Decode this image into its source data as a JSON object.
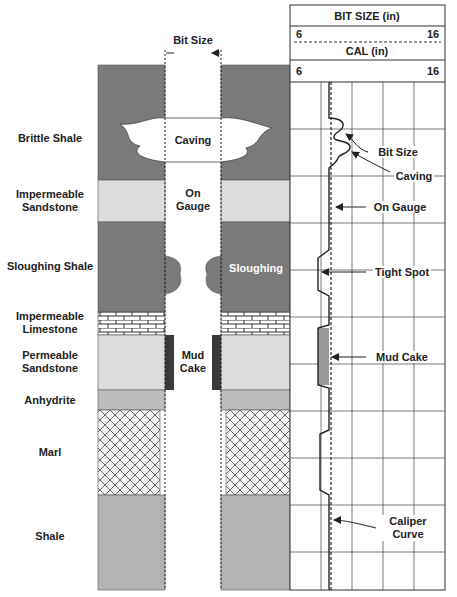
{
  "diagram": {
    "labels": [
      "Brittle Shale",
      "Impermeable Sandstone",
      "Sloughing Shale",
      "Impermeable Limestone",
      "Permeable Sandstone",
      "Anhydrite",
      "Marl",
      "Shale",
      "Bit Size",
      "Caving",
      "On Gauge",
      "Sloughing",
      "Mud Cake",
      "BIT SIZE (in)",
      "6",
      "16",
      "CAL (in)",
      "6",
      "16",
      "Bit Size",
      "Caving",
      "On Gauge",
      "Tight Spot",
      "Mud Cake",
      "Caliper Curve"
    ]
  }
}
